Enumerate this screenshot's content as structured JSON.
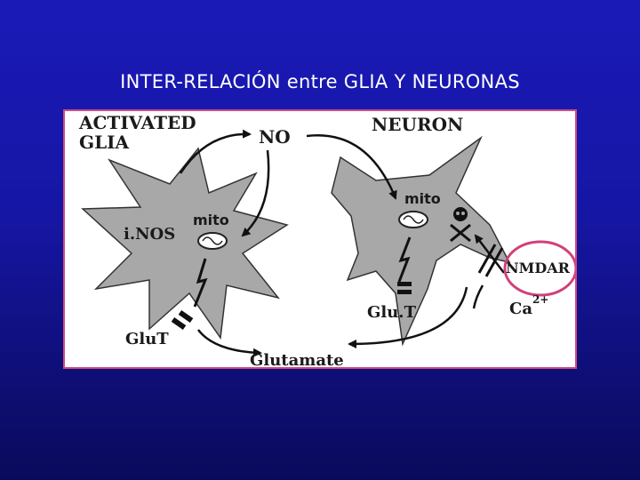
{
  "slide": {
    "title": "INTER-RELACIÓN entre GLIA Y NEURONAS"
  },
  "diagram": {
    "activated_glia_line1": "ACTIVATED",
    "activated_glia_line2": "GLIA",
    "neuron": "NEURON",
    "no": "NO",
    "inos": "i.NOS",
    "mito_glia": "mito",
    "mito_neuron": "mito",
    "glut_glia": "GluT",
    "glut_neuron": "Glu.T",
    "glutamate": "Glutamate",
    "nmdar": "NMDAR",
    "calcium": "Ca",
    "calcium_charge": "2+"
  },
  "colors": {
    "background": "#1616a4",
    "panel_border": "#d04a80",
    "cell_fill": "#a8a8a8",
    "highlight_circle": "#d0407a"
  }
}
